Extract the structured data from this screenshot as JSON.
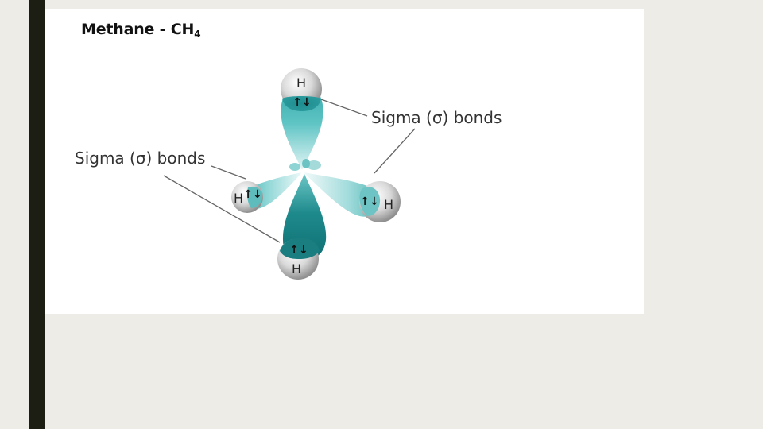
{
  "slide": {
    "title_main": "Methane - CH",
    "title_subscript": "4"
  },
  "diagram": {
    "label_right": "Sigma (σ) bonds",
    "label_left": "Sigma (σ) bonds",
    "atoms": {
      "top": "H",
      "left": "H",
      "right": "H",
      "bottom": "H"
    },
    "electron_pair": "↑↓"
  }
}
